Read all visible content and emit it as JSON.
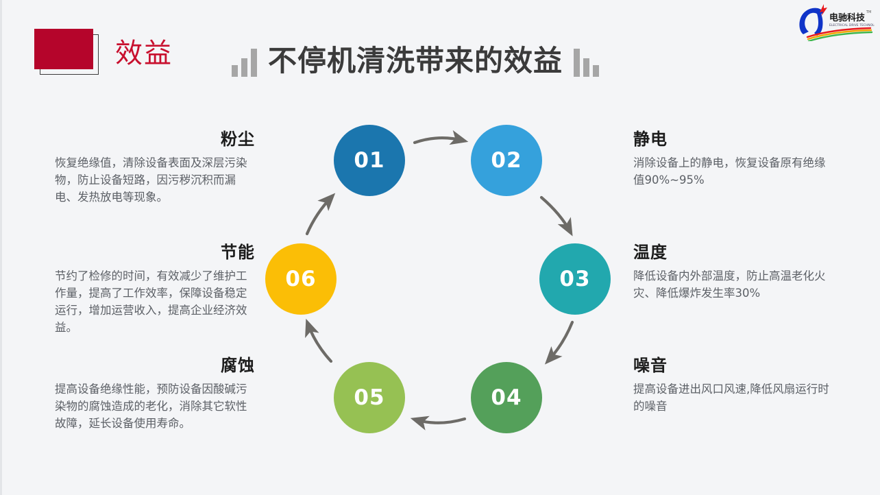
{
  "header": {
    "kicker": "效益",
    "title": "不停机清洗带来的效益",
    "decor_left_icon": "bar-chart-ascending-icon",
    "decor_right_icon": "bar-chart-descending-icon",
    "accent_red": "#b5052b",
    "kicker_text_color": "#c8102e",
    "title_color": "#3b3b3b"
  },
  "logo": {
    "cn_name": "电驰科技",
    "en_name": "ELECTRICAL DRIVE TECHNOLOGY",
    "trademark": "TM"
  },
  "cycle": {
    "nodes": [
      {
        "number": "01",
        "color": "#1b76ae"
      },
      {
        "number": "02",
        "color": "#35a1dc"
      },
      {
        "number": "03",
        "color": "#22a8ae"
      },
      {
        "number": "04",
        "color": "#54a05a"
      },
      {
        "number": "05",
        "color": "#96c153"
      },
      {
        "number": "06",
        "color": "#fbbe06"
      }
    ],
    "arrow_color": "#6d6b67"
  },
  "items": {
    "dust": {
      "heading": "粉尘",
      "body": "恢复绝缘值，清除设备表面及深层污染物，防止设备短路，因污秽沉积而漏电、发热放电等现象。"
    },
    "static": {
      "heading": "静电",
      "body": "消除设备上的静电，恢复设备原有绝缘值90%~95%"
    },
    "temperature": {
      "heading": "温度",
      "body": "降低设备内外部温度，防止高温老化火灾、降低爆炸发生率30%"
    },
    "noise": {
      "heading": "噪音",
      "body": "提高设备进出风口风速,降低风扇运行时的噪音"
    },
    "corrosion": {
      "heading": "腐蚀",
      "body": "提高设备绝缘性能，预防设备因酸碱污染物的腐蚀造成的老化，消除其它软性故障，延长设备使用寿命。"
    },
    "energy": {
      "heading": "节能",
      "body": "节约了检修的时间，有效减少了维护工作量，提高了工作效率，保障设备稳定运行，增加运营收入，提高企业经济效益。"
    }
  }
}
